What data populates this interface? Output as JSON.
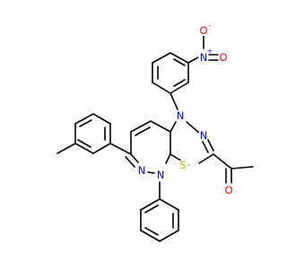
{
  "colors": {
    "bond": "#000000",
    "nitrogen": "#0000ff",
    "oxygen": "#ff0000",
    "sulfur": "#b8b800"
  },
  "atoms": {
    "n_nitro": {
      "text": "N",
      "charge": "+",
      "element": "nitrogen"
    },
    "o_nitro_top": {
      "text": "O",
      "charge": "-",
      "element": "oxygen"
    },
    "o_nitro_right": {
      "text": "O",
      "charge": "",
      "element": "oxygen"
    },
    "n_upper_ring": {
      "text": "N",
      "charge": "",
      "element": "nitrogen"
    },
    "n_thiadiazole": {
      "text": "N",
      "charge": "",
      "element": "nitrogen"
    },
    "s_thiadiazole": {
      "text": "S",
      "charge": "",
      "element": "sulfur"
    },
    "o_acetyl": {
      "text": "O",
      "charge": "",
      "element": "oxygen"
    },
    "n_imine": {
      "text": "N",
      "charge": "",
      "element": "nitrogen"
    },
    "n_phenyl": {
      "text": "N",
      "charge": "",
      "element": "nitrogen"
    }
  }
}
